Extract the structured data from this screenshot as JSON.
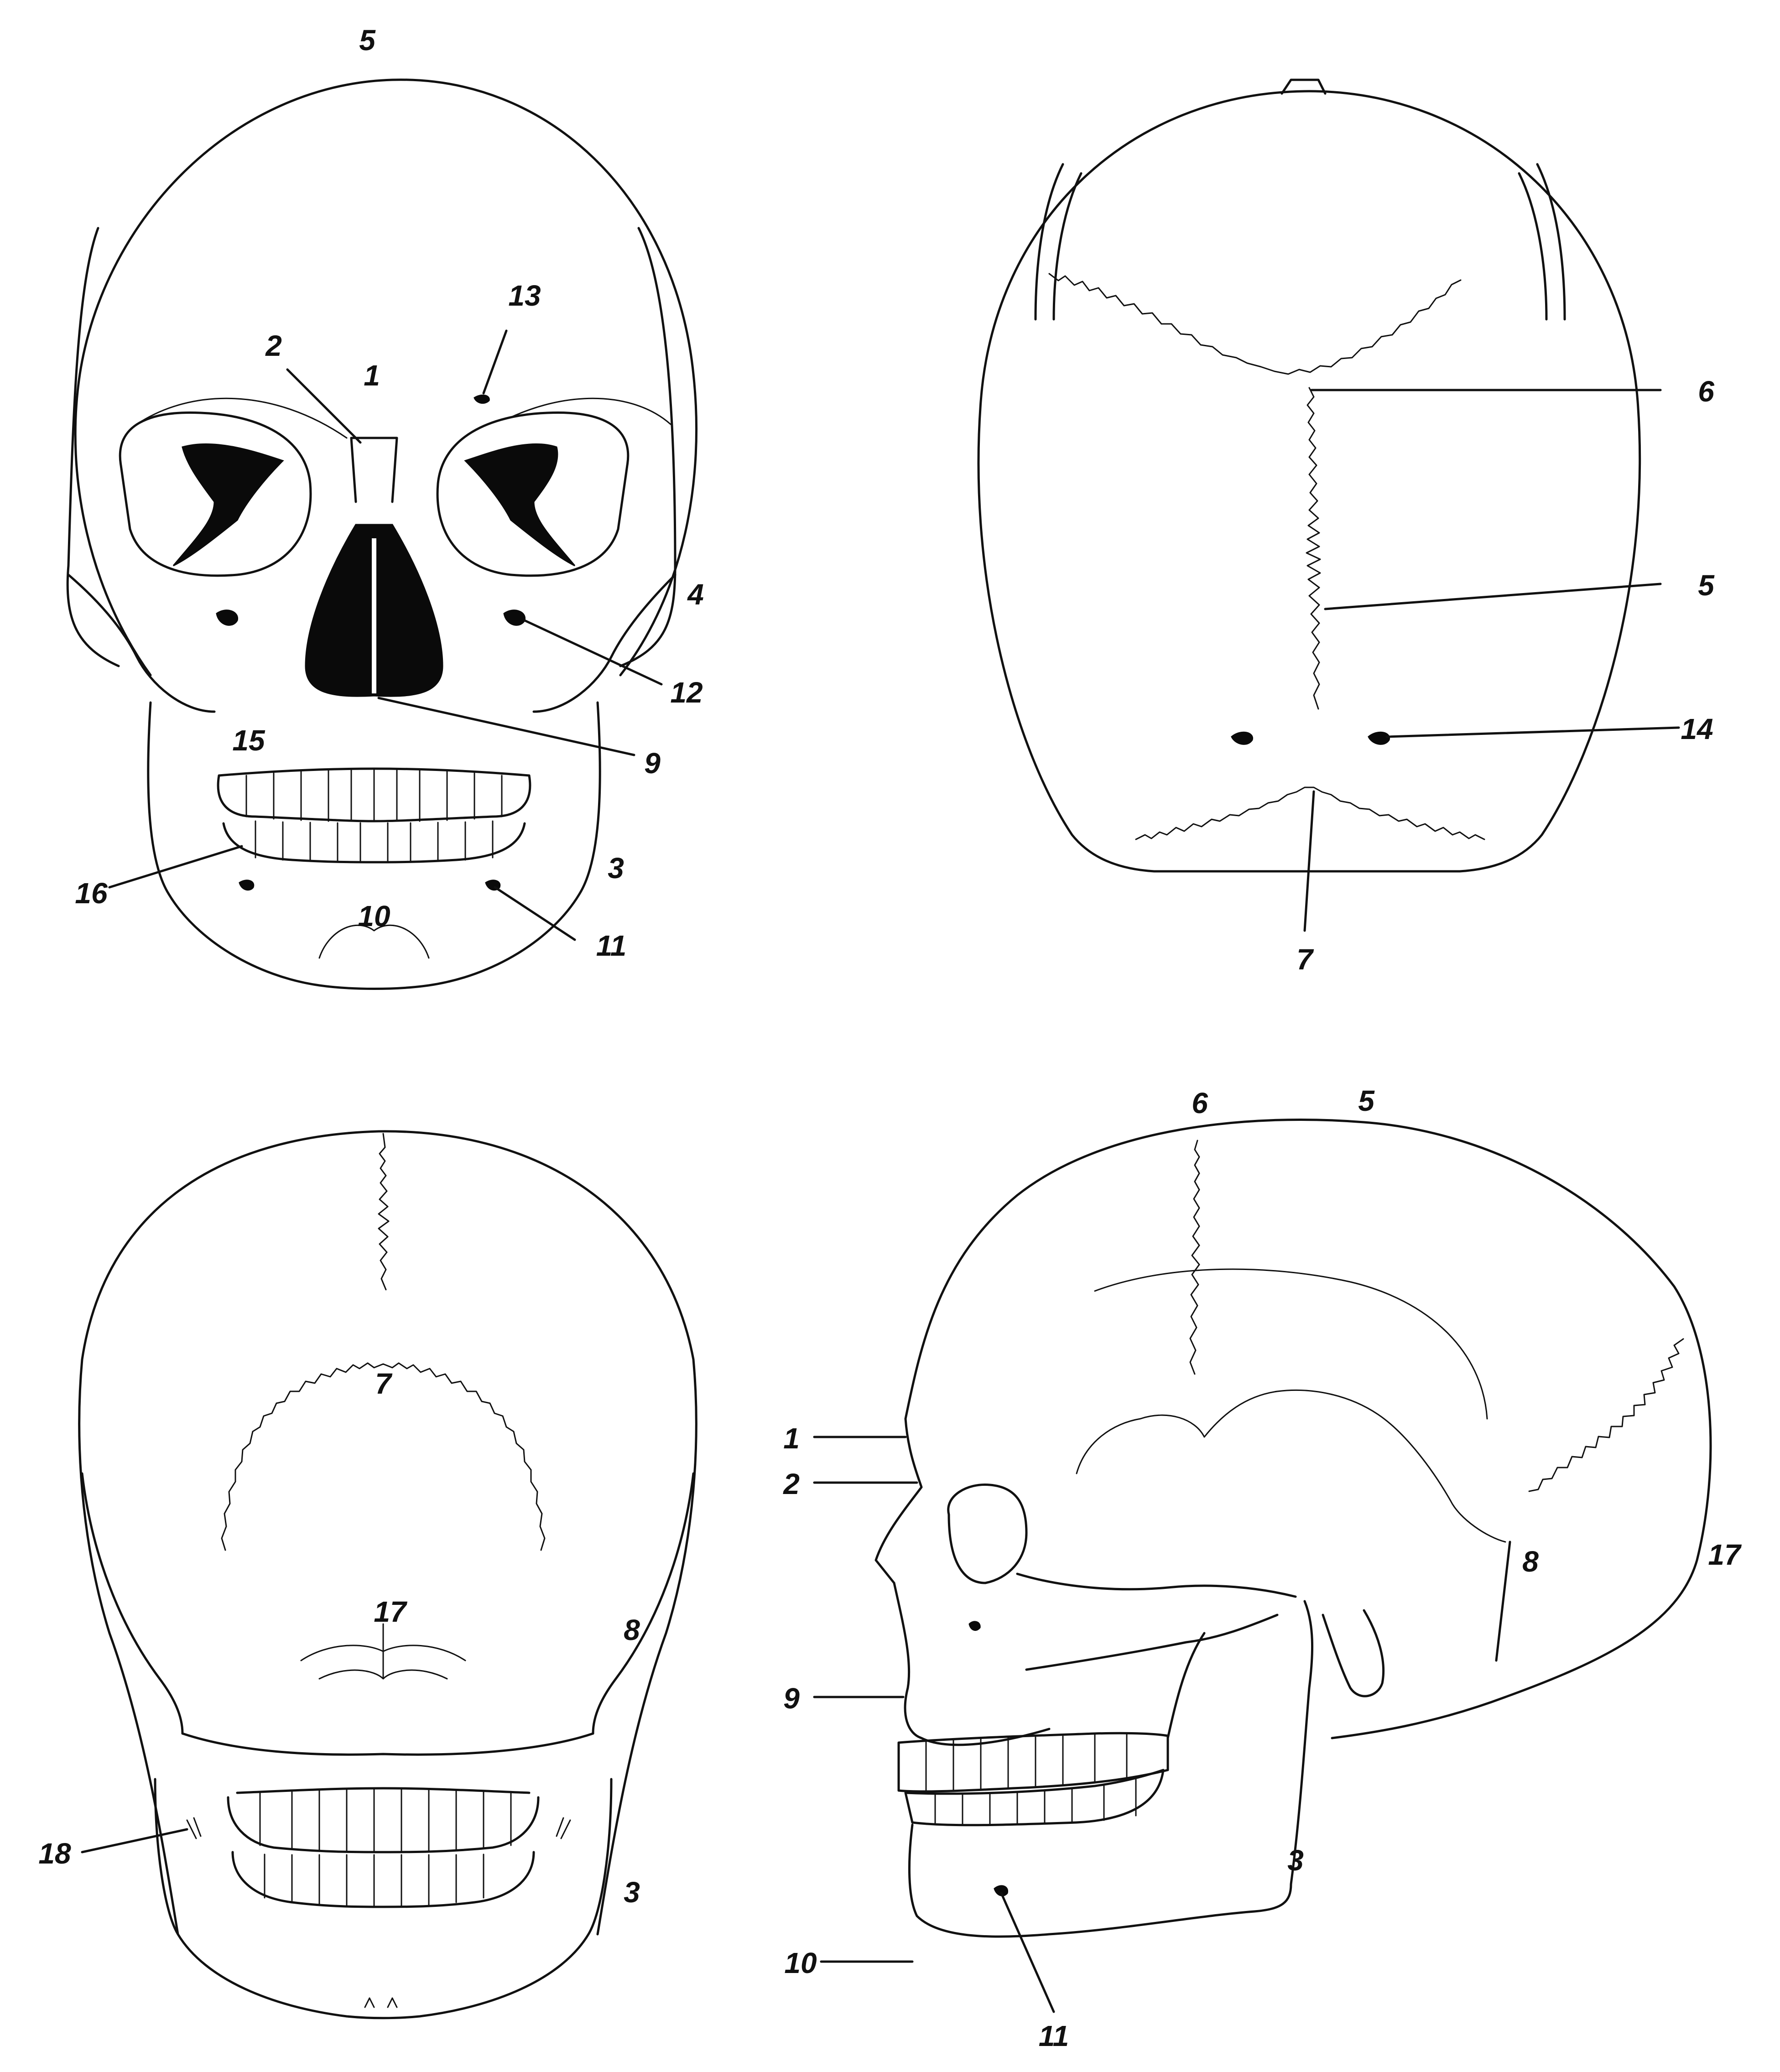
{
  "views": {
    "anterior": {
      "labels": [
        "5",
        "13",
        "2",
        "1",
        "4",
        "12",
        "9",
        "15",
        "16",
        "3",
        "10",
        "11"
      ]
    },
    "superior": {
      "labels": [
        "6",
        "5",
        "14",
        "7"
      ]
    },
    "posterior": {
      "labels": [
        "7",
        "17",
        "8",
        "18",
        "3"
      ]
    },
    "lateral": {
      "labels": [
        "6",
        "5",
        "1",
        "2",
        "8",
        "17",
        "9",
        "3",
        "10",
        "11"
      ]
    }
  }
}
